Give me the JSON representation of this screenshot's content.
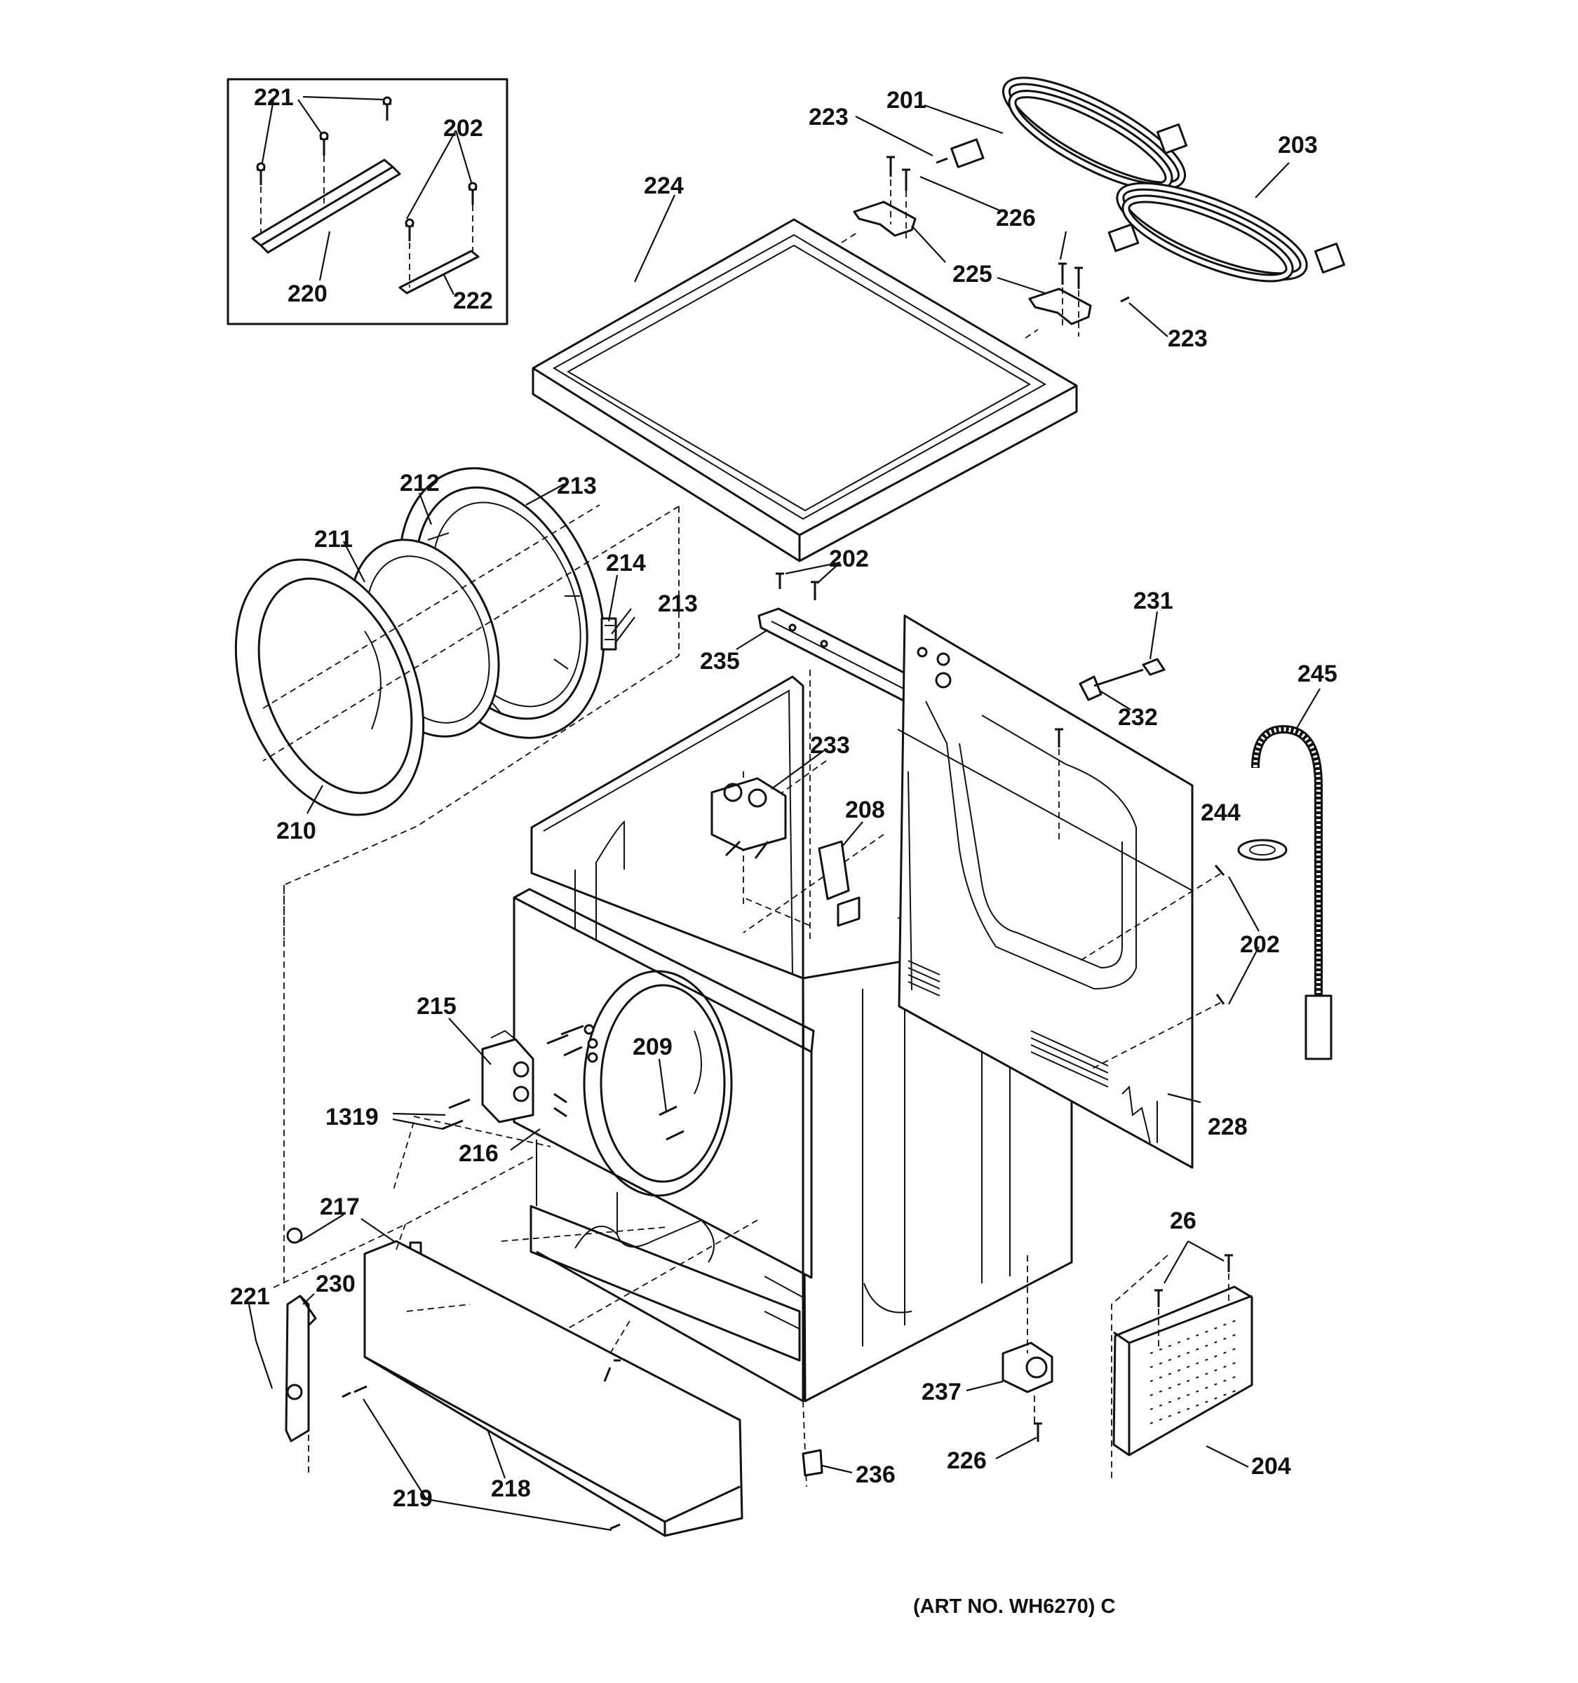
{
  "diagram": {
    "art_number": "(ART NO. WH6270) C",
    "callouts": [
      {
        "id": "c201",
        "text": "201"
      },
      {
        "id": "c203",
        "text": "203"
      },
      {
        "id": "c223a",
        "text": "223"
      },
      {
        "id": "c223b",
        "text": "223"
      },
      {
        "id": "c224",
        "text": "224"
      },
      {
        "id": "c226a",
        "text": "226"
      },
      {
        "id": "c225",
        "text": "225"
      },
      {
        "id": "c221a",
        "text": "221"
      },
      {
        "id": "c202a",
        "text": "202"
      },
      {
        "id": "c220",
        "text": "220"
      },
      {
        "id": "c222",
        "text": "222"
      },
      {
        "id": "c212",
        "text": "212"
      },
      {
        "id": "c213a",
        "text": "213"
      },
      {
        "id": "c211",
        "text": "211"
      },
      {
        "id": "c214",
        "text": "214"
      },
      {
        "id": "c213b",
        "text": "213"
      },
      {
        "id": "c210",
        "text": "210"
      },
      {
        "id": "c202b",
        "text": "202"
      },
      {
        "id": "c235",
        "text": "235"
      },
      {
        "id": "c231",
        "text": "231"
      },
      {
        "id": "c232",
        "text": "232"
      },
      {
        "id": "c245",
        "text": "245"
      },
      {
        "id": "c233",
        "text": "233"
      },
      {
        "id": "c208",
        "text": "208"
      },
      {
        "id": "c244",
        "text": "244"
      },
      {
        "id": "c202c",
        "text": "202"
      },
      {
        "id": "c215",
        "text": "215"
      },
      {
        "id": "c209",
        "text": "209"
      },
      {
        "id": "c1319",
        "text": "1319"
      },
      {
        "id": "c216",
        "text": "216"
      },
      {
        "id": "c228",
        "text": "228"
      },
      {
        "id": "c217",
        "text": "217"
      },
      {
        "id": "c26",
        "text": "26"
      },
      {
        "id": "c221b",
        "text": "221"
      },
      {
        "id": "c230",
        "text": "230"
      },
      {
        "id": "c237",
        "text": "237"
      },
      {
        "id": "c226b",
        "text": "226"
      },
      {
        "id": "c236",
        "text": "236"
      },
      {
        "id": "c204",
        "text": "204"
      },
      {
        "id": "c218",
        "text": "218"
      },
      {
        "id": "c219",
        "text": "219"
      }
    ]
  }
}
